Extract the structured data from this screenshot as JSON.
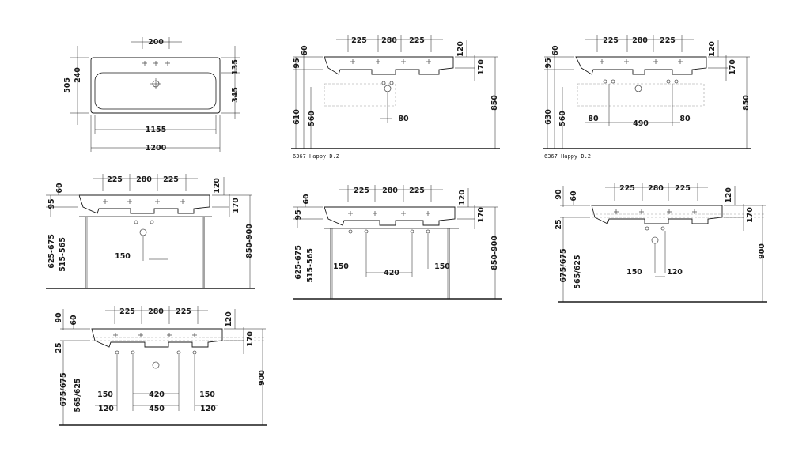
{
  "colors": {
    "ink": "#1a1a1a",
    "hidden": "#9a9a9a",
    "background": "#ffffff"
  },
  "v1": {
    "d200": "200",
    "d240": "240",
    "d505": "505",
    "d135": "135",
    "d345": "345",
    "d1155": "1155",
    "d1200": "1200"
  },
  "v2": {
    "d225a": "225",
    "d280": "280",
    "d225b": "225",
    "d60": "60",
    "d95": "95",
    "d120": "120",
    "d170": "170",
    "d850": "850",
    "d610": "610",
    "d560": "560",
    "d80": "80",
    "caption": "6367 Happy D.2"
  },
  "v3": {
    "d225a": "225",
    "d280": "280",
    "d225b": "225",
    "d60": "60",
    "d95": "95",
    "d120": "120",
    "d170": "170",
    "d850": "850",
    "d630": "630",
    "d560": "560",
    "d80a": "80",
    "d490": "490",
    "d80b": "80",
    "caption": "6367 Happy D.2"
  },
  "v4": {
    "d225a": "225",
    "d280": "280",
    "d225b": "225",
    "d60": "60",
    "d95": "95",
    "d120": "120",
    "d170": "170",
    "d850_900": "850-900",
    "d625_675": "625-675",
    "d515_565": "515-565",
    "d150": "150"
  },
  "v5": {
    "d225a": "225",
    "d280": "280",
    "d225b": "225",
    "d60": "60",
    "d95": "95",
    "d120": "120",
    "d170": "170",
    "d850_900": "850-900",
    "d625_675": "625-675",
    "d515_565": "515-565",
    "d150a": "150",
    "d420": "420",
    "d150b": "150"
  },
  "v6": {
    "d225a": "225",
    "d280": "280",
    "d225b": "225",
    "d90": "90",
    "d60": "60",
    "d25": "25",
    "d120a": "120",
    "d170": "170",
    "d900": "900",
    "d675": "675/675",
    "d565": "565/625",
    "d150": "150",
    "d120b": "120"
  },
  "v7": {
    "d225a": "225",
    "d280": "280",
    "d225b": "225",
    "d90": "90",
    "d60": "60",
    "d25": "25",
    "d120a": "120",
    "d170": "170",
    "d900": "900",
    "d675": "675/675",
    "d565": "565/625",
    "d150a": "150",
    "d420": "420",
    "d150b": "150",
    "d120b": "120",
    "d450": "450",
    "d120c": "120"
  }
}
